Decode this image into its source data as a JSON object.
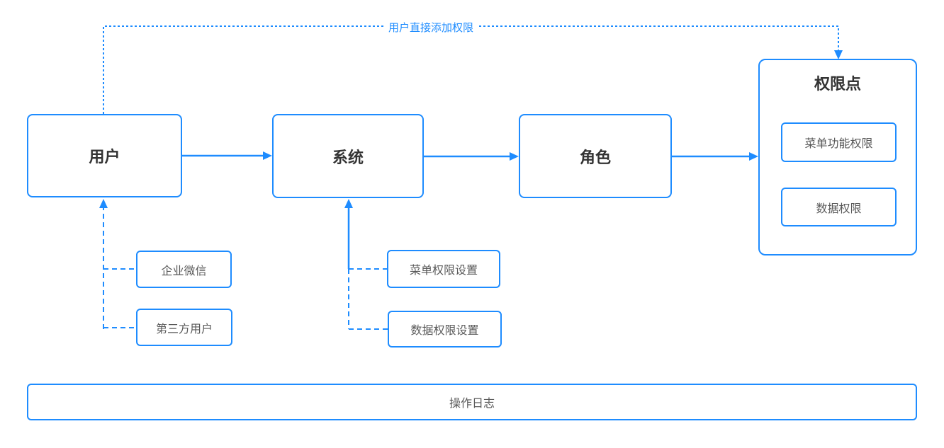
{
  "diagram": {
    "top_connector_label": "用户直接添加权限",
    "nodes": {
      "user": {
        "label": "用户"
      },
      "system": {
        "label": "系统"
      },
      "role": {
        "label": "角色"
      },
      "permission_point": {
        "title": "权限点",
        "children": {
          "menu_function_permission": {
            "label": "菜单功能权限"
          },
          "data_permission": {
            "label": "数据权限"
          }
        }
      },
      "enterprise_wechat": {
        "label": "企业微信"
      },
      "third_party_user": {
        "label": "第三方用户"
      },
      "menu_permission_settings": {
        "label": "菜单权限设置"
      },
      "data_permission_settings": {
        "label": "数据权限设置"
      },
      "operation_log": {
        "label": "操作日志"
      }
    },
    "colors": {
      "accent": "#1E8CFF",
      "primary_text": "#333333",
      "secondary_text": "#595959",
      "background": "#FFFFFF"
    }
  }
}
